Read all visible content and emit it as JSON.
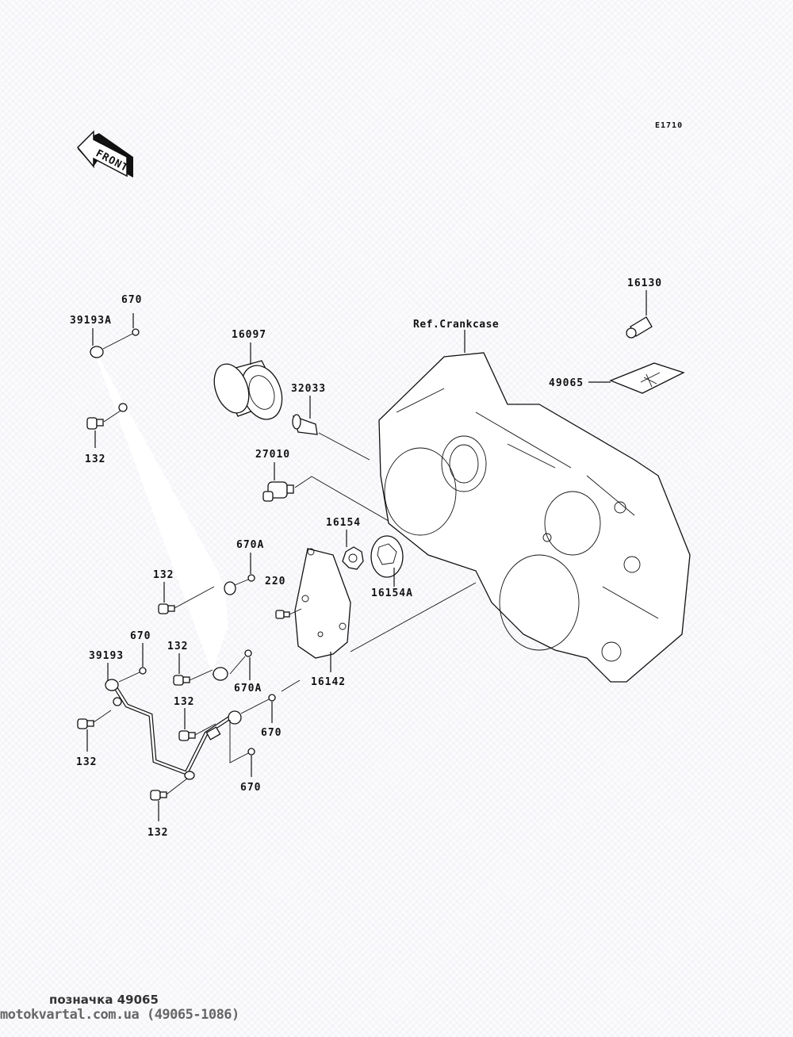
{
  "diagram": {
    "code": "E1710",
    "front_label": "FRONT",
    "ref_label": "Ref.Crankcase",
    "callouts": {
      "c_39193A": "39193A",
      "c_670_top": "670",
      "c_132_a": "132",
      "c_16097": "16097",
      "c_32033": "32033",
      "c_27010": "27010",
      "c_16130": "16130",
      "c_49065": "49065",
      "c_670A_a": "670A",
      "c_220": "220",
      "c_132_b": "132",
      "c_16154": "16154",
      "c_16154A": "16154A",
      "c_670_mid": "670",
      "c_39193": "39193",
      "c_132_c": "132",
      "c_670A_b": "670A",
      "c_132_d": "132",
      "c_16142": "16142",
      "c_132_e": "132",
      "c_670_low": "670",
      "c_670_bottom": "670",
      "c_132_f": "132"
    }
  },
  "footer": {
    "line1": "позначка 49065",
    "line2": "motokvartal.com.ua (49065-1086)"
  }
}
